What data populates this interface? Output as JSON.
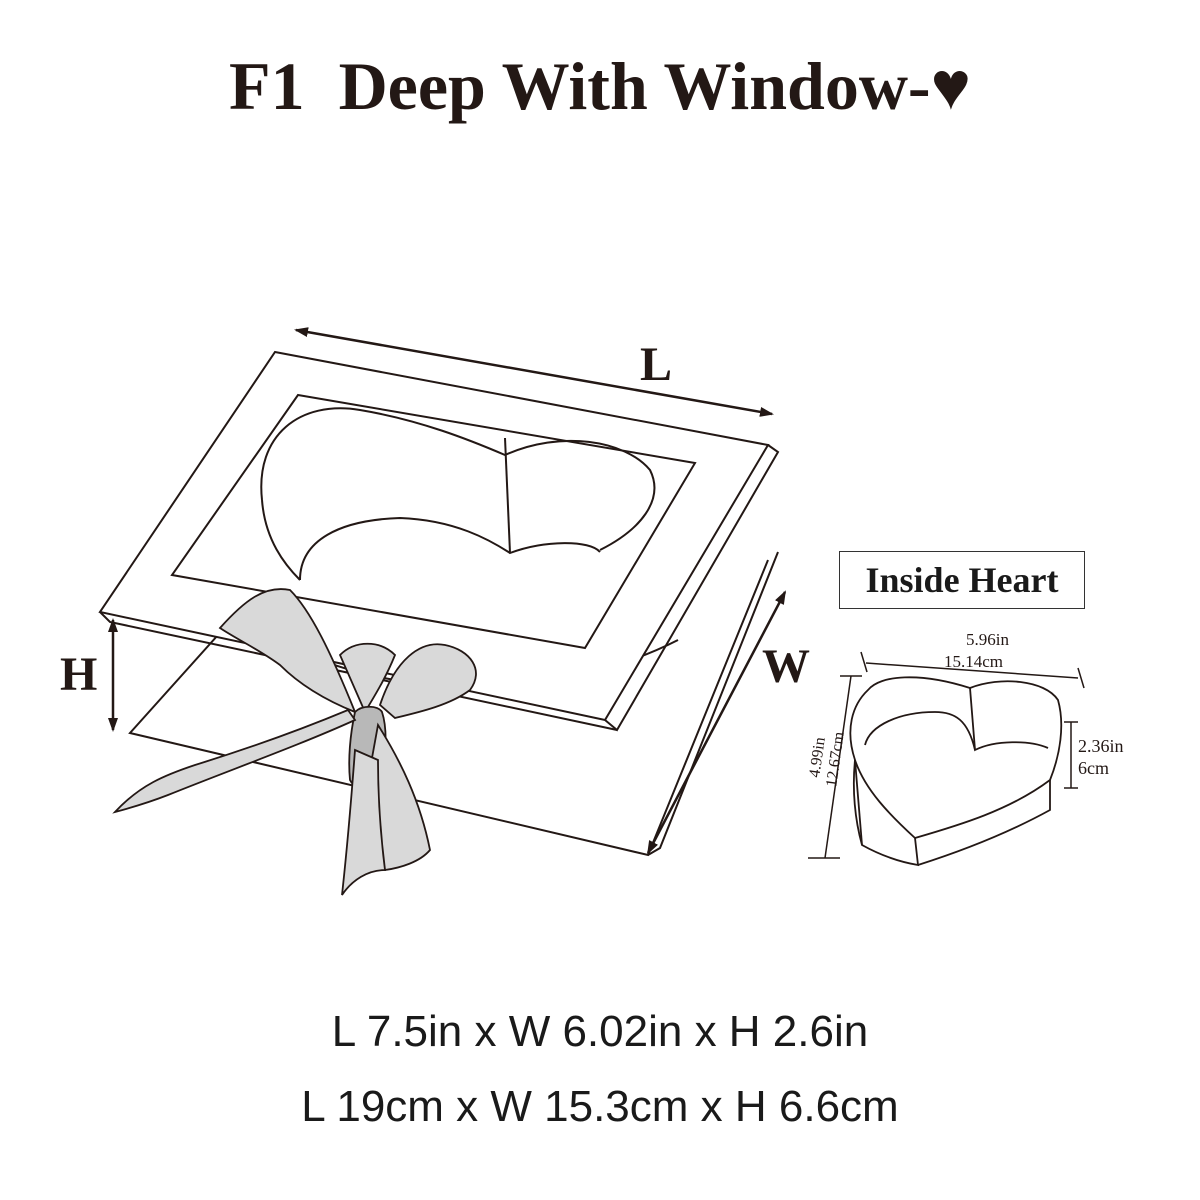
{
  "title": "F1  Deep With Window-♥",
  "box_labels": {
    "length": "L",
    "width": "W",
    "height": "H"
  },
  "inside_heart": {
    "label": "Inside Heart",
    "length_in": "5.96in",
    "length_cm": "15.14cm",
    "width_in": "4.99in",
    "width_cm": "12.67cm",
    "height_in": "2.36in",
    "height_cm": "6cm"
  },
  "dimensions": {
    "imperial": "L 7.5in x W 6.02in x H 2.6in",
    "metric": "L 19cm x W 15.3cm x H 6.6cm"
  },
  "colors": {
    "ink": "#231815",
    "ribbon": "#d9d9d9",
    "ribbon_shadow": "#b8b8b8"
  }
}
